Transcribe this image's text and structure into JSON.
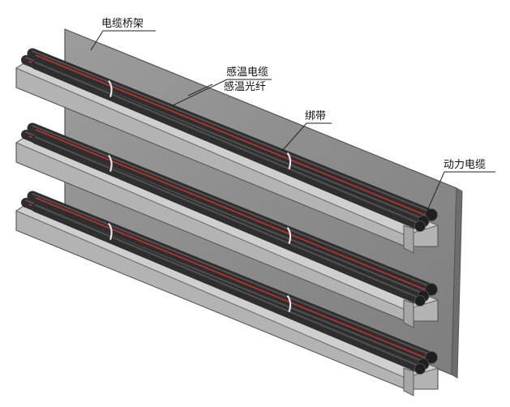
{
  "labels": {
    "cable_tray": "电缆桥架",
    "temp_cable": "感温电缆",
    "temp_fiber": "感温光纤",
    "strap": "绑带",
    "power_cable": "动力电缆"
  },
  "colors": {
    "background": "#ffffff",
    "backplate": "#8f8f8f",
    "tray_face": "#b3b3b3",
    "tray_top": "#cfcfcf",
    "tray_inner": "#9a9a9a",
    "cable": "#2e2e2e",
    "cable_highlight": "#5a5a5a",
    "sensor_line": "#c8302a",
    "strap": "#e6e6e6",
    "leader": "#222222"
  },
  "icons": {
    "tray_shelves": "cable-tray-shelf-shape",
    "cables": "power-cable-bundle-shape"
  }
}
